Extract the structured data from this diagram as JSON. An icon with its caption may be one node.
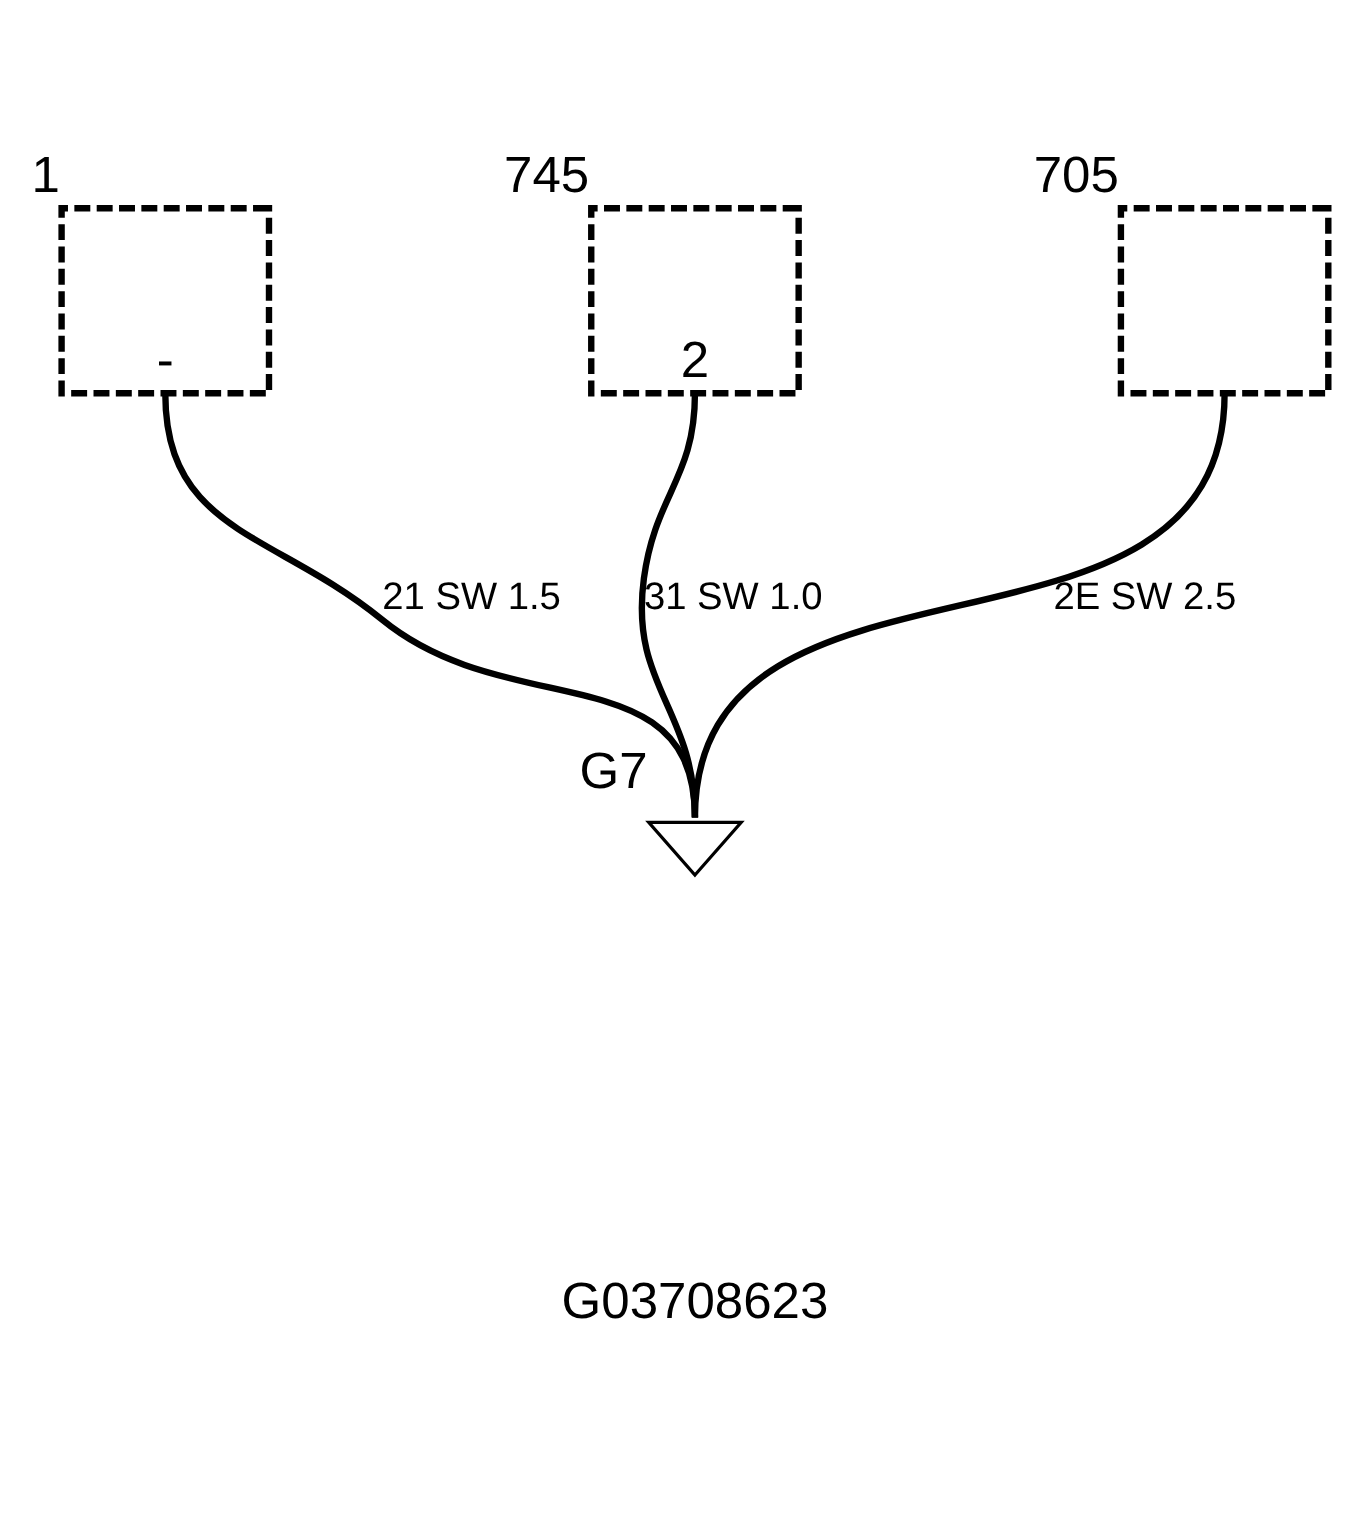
{
  "diagram": {
    "nodes": [
      {
        "text": [
          "-"
        ],
        "beside": [
          "1"
        ]
      },
      {
        "text": [
          "2"
        ],
        "beside": [
          "745"
        ]
      },
      {
        "text": [],
        "shape": "box",
        "beside": [
          "705"
        ]
      },
      {
        "text": [],
        "shape": "ground",
        "beside": [
          "G7"
        ]
      }
    ],
    "edges": [
      {
        "from": 0,
        "to": 3,
        "arrow": "none",
        "label": "21 SW 1.5"
      },
      {
        "from": 1,
        "to": 3,
        "arrow": "none",
        "label": "31 SW 1.0"
      },
      {
        "from": 2,
        "to": 3,
        "arrow": "none",
        "label": "2E SW 2.5"
      }
    ],
    "labels": [
      "G03708623"
    ]
  }
}
